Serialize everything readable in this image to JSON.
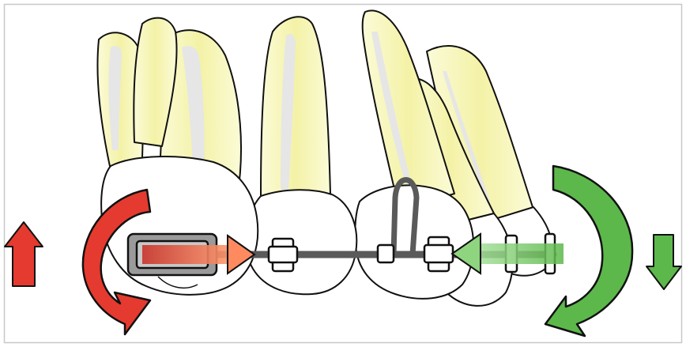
{
  "figure": {
    "frame": true,
    "colors": {
      "frame": "#c8c8c8",
      "outline": "#111111",
      "root_yellow": "#f4f2a6",
      "root_yellow_light": "#fbfbd8",
      "pulp": "#e6e6e6",
      "crown": "#ffffff",
      "wire": "#5a5a5a",
      "bracket": "#ffffff",
      "tube": "#9a9a9a",
      "red_force": "#e53a2f",
      "red_force_fill": "#d6392c",
      "red_force_light": "#ff9a6e",
      "green_force": "#5cb84a",
      "green_force_light": "#a6e09a"
    },
    "teeth": [
      {
        "name": "molar"
      },
      {
        "name": "second-premolar"
      },
      {
        "name": "first-premolar"
      },
      {
        "name": "canine"
      }
    ],
    "arrows": [
      {
        "name": "extrusion-arrow",
        "direction": "up",
        "color": "red"
      },
      {
        "name": "mesial-tipping-arrow",
        "direction": "counterclockwise",
        "color": "red"
      },
      {
        "name": "distal-force-arrow",
        "direction": "right",
        "color": "red"
      },
      {
        "name": "mesial-force-arrow",
        "direction": "left",
        "color": "green"
      },
      {
        "name": "distal-tipping-arrow",
        "direction": "clockwise",
        "color": "green"
      },
      {
        "name": "intrusion-arrow",
        "direction": "down",
        "color": "green"
      }
    ],
    "appliances": [
      "molar-tube",
      "archwire",
      "bracket",
      "vertical-loop",
      "bracket"
    ]
  }
}
